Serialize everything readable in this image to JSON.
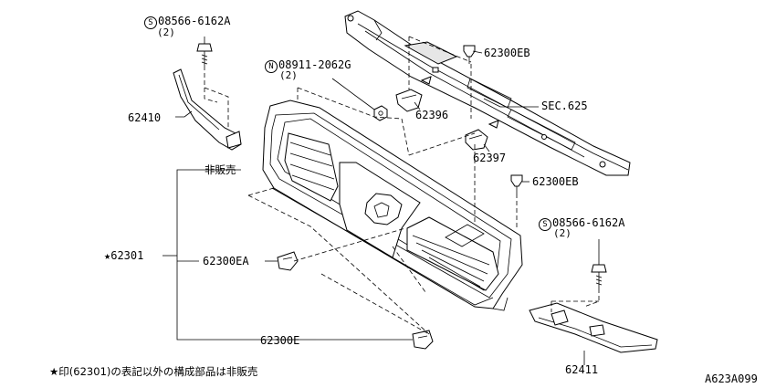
{
  "labels": {
    "screw_top_part": "08566-6162A",
    "screw_top_qty": "(2)",
    "screw_top_mark": "S",
    "nut_part": "08911-2062G",
    "nut_qty": "(2)",
    "nut_mark": "N",
    "clip_top": "62300EB",
    "sec": "SEC.625",
    "bracket_62410": "62410",
    "bracket_62396": "62396",
    "bracket_62397": "62397",
    "clip_mid": "62300EB",
    "not_for_sale": "非販売",
    "grille": "★62301",
    "clip_ea": "62300EA",
    "screw_bottom_part": "08566-6162A",
    "screw_bottom_qty": "(2)",
    "screw_bottom_mark": "S",
    "clip_e": "62300E",
    "molding_62411": "62411",
    "footnote": "★印(62301)の表記以外の構成部品は非販売",
    "figure_code": "A623A099"
  },
  "icons": [
    "screw-icon",
    "nut-icon",
    "clip-icon",
    "grille-drawing",
    "support-panel-drawing",
    "bracket-drawing",
    "molding-drawing"
  ]
}
